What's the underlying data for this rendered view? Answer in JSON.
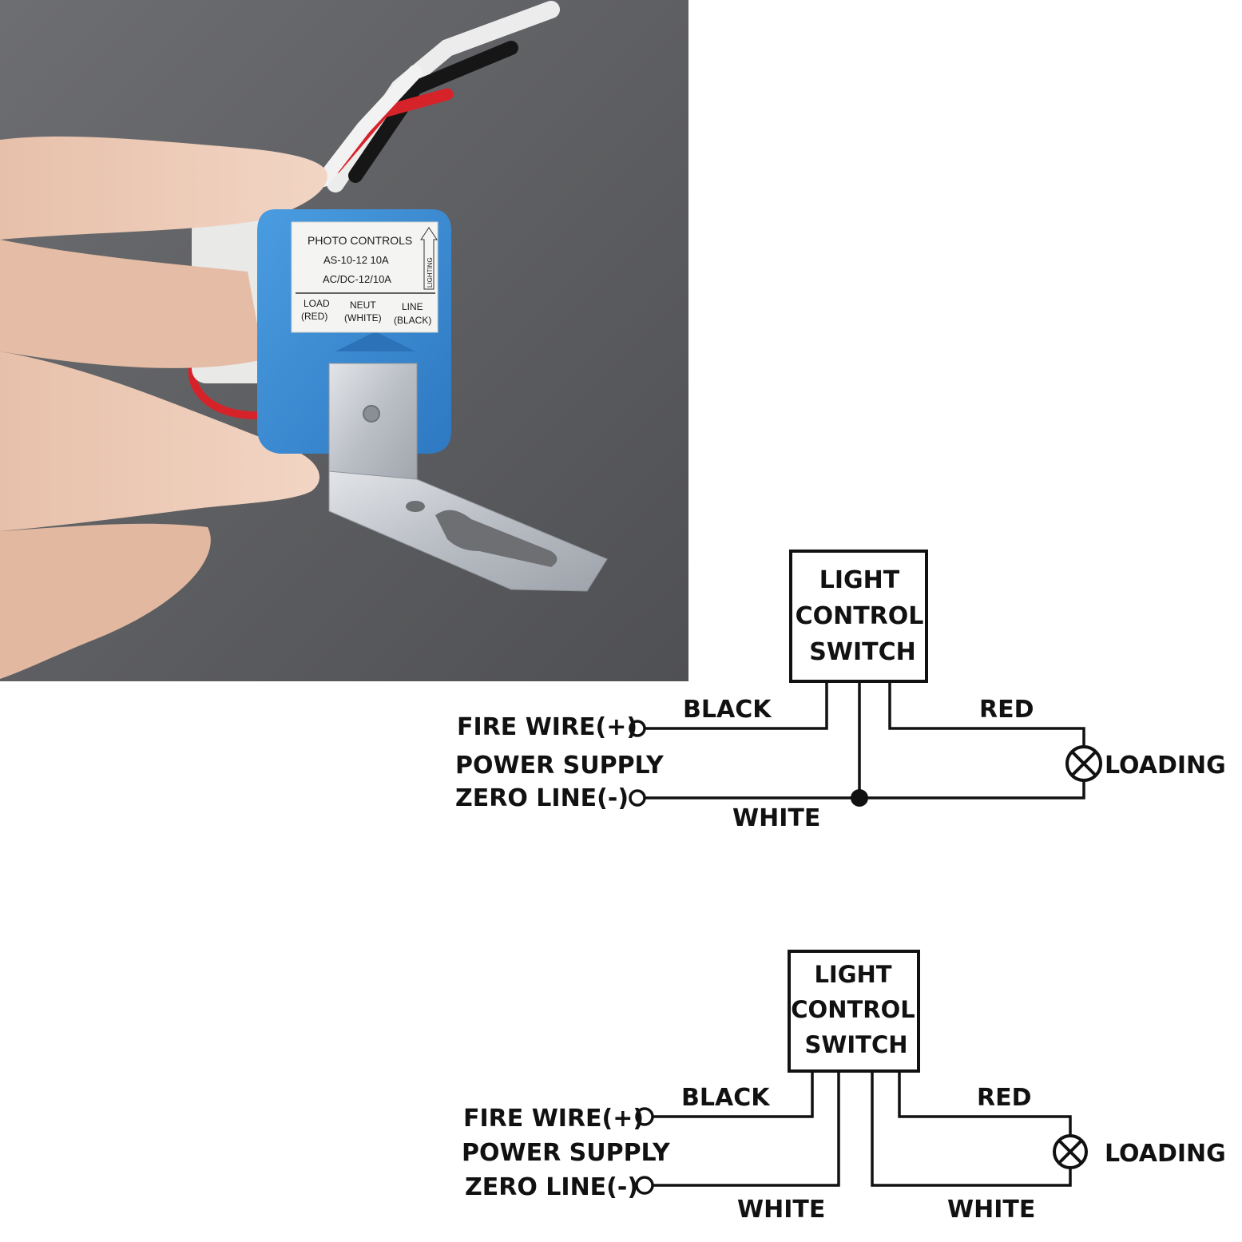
{
  "colors": {
    "background": "#5e5f62",
    "housing": "#3d8fd6",
    "housing_dark": "#2b72b8",
    "label": "#f4f4f2",
    "bracket": "#c9ccd1",
    "wire_red": "#d6232a",
    "wire_black": "#161616",
    "wire_white": "#ececec",
    "skin": "#ecc9b4",
    "line": "#111111"
  },
  "photo": {
    "label": {
      "line1": "PHOTO CONTROLS",
      "line2": "AS-10-12  10A",
      "line3": "AC/DC-12/10A",
      "lighting": "LIGHTING",
      "load": "LOAD",
      "load_color": "(RED)",
      "neut": "NEUT",
      "neut_color": "(WHITE)",
      "line": "LINE",
      "line_color": "(BLACK)"
    }
  },
  "diagram_top": {
    "box": [
      "LIGHT",
      "CONTROL",
      "SWITCH"
    ],
    "fire_wire": "FIRE WIRE(+)",
    "power_supply": "POWER SUPPLY",
    "zero_line": "ZERO LINE(-)",
    "black": "BLACK",
    "red": "RED",
    "white": "WHITE",
    "loading": "LOADING"
  },
  "diagram_bottom": {
    "box": [
      "LIGHT",
      "CONTROL",
      "SWITCH"
    ],
    "fire_wire": "FIRE WIRE(+)",
    "power_supply": "POWER SUPPLY",
    "zero_line": "ZERO LINE(-)",
    "black": "BLACK",
    "red": "RED",
    "white_left": "WHITE",
    "white_right": "WHITE",
    "loading": "LOADING"
  }
}
